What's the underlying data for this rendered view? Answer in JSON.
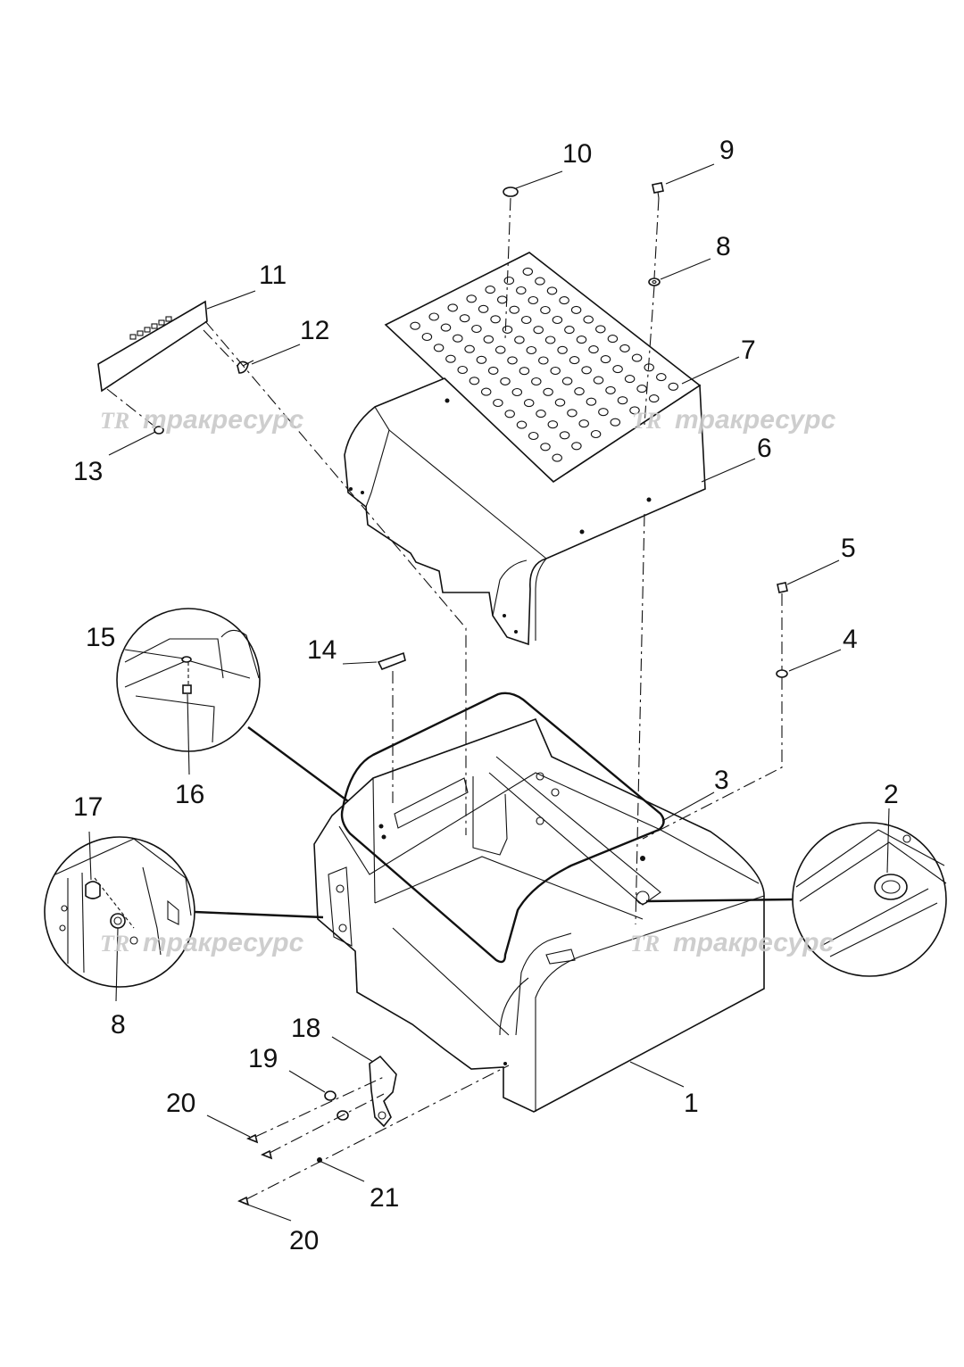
{
  "diagram": {
    "callouts": [
      {
        "id": "c1",
        "label": "1"
      },
      {
        "id": "c2",
        "label": "2"
      },
      {
        "id": "c3",
        "label": "3"
      },
      {
        "id": "c4",
        "label": "4"
      },
      {
        "id": "c5",
        "label": "5"
      },
      {
        "id": "c6",
        "label": "6"
      },
      {
        "id": "c7",
        "label": "7"
      },
      {
        "id": "c8a",
        "label": "8"
      },
      {
        "id": "c8b",
        "label": "8"
      },
      {
        "id": "c9",
        "label": "9"
      },
      {
        "id": "c10",
        "label": "10"
      },
      {
        "id": "c11",
        "label": "11"
      },
      {
        "id": "c12",
        "label": "12"
      },
      {
        "id": "c13",
        "label": "13"
      },
      {
        "id": "c14",
        "label": "14"
      },
      {
        "id": "c15",
        "label": "15"
      },
      {
        "id": "c16",
        "label": "16"
      },
      {
        "id": "c17",
        "label": "17"
      },
      {
        "id": "c18",
        "label": "18"
      },
      {
        "id": "c19",
        "label": "19"
      },
      {
        "id": "c20a",
        "label": "20"
      },
      {
        "id": "c20b",
        "label": "20"
      },
      {
        "id": "c21",
        "label": "21"
      }
    ],
    "watermark": {
      "logo": "TR",
      "text": "тракресурс"
    }
  }
}
